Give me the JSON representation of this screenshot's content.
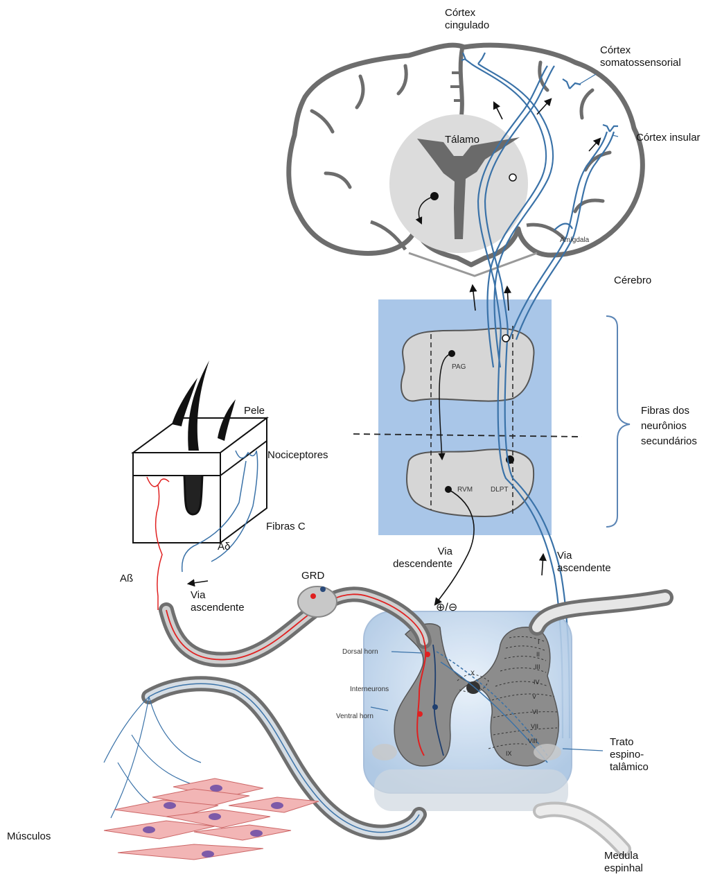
{
  "labels": {
    "cortex_cingulado": [
      "Córtex",
      "cingulado"
    ],
    "cortex_somato": [
      "Córtex",
      "somatossensorial"
    ],
    "cortex_insular": "Córtex insular",
    "talamo": "Tálamo",
    "amigdala": "Amígdala",
    "cerebro": "Cérebro",
    "fibras_secundarios": [
      "Fibras dos",
      "neurônios",
      "secundários"
    ],
    "pag": "PAG",
    "rvm": "RVM",
    "dlpt": "DLPT",
    "pele": "Pele",
    "nociceptores": "Nociceptores",
    "fibras_c": "Fibras C",
    "a_delta": "Aδ",
    "a_beta": "Aß",
    "via_ascendente_left": [
      "Via",
      "ascendente"
    ],
    "grd": "GRD",
    "via_descendente": [
      "Via",
      "descendente"
    ],
    "via_ascendente_right": [
      "Via",
      "ascendente"
    ],
    "plus_minus": "⊕/⊖",
    "dorsal_horn": "Dorsal horn",
    "interneurons": "Interneurons",
    "ventral_horn": "Ventral horn",
    "lamina_x": "X",
    "laminae": [
      "I",
      "II",
      "III",
      "IV",
      "V",
      "VI",
      "VII",
      "VIII",
      "IX"
    ],
    "trato": [
      "Trato",
      "espino-",
      "talâmico"
    ],
    "musculos": "Músculos",
    "medula": [
      "Medula",
      "espinhal"
    ]
  },
  "colors": {
    "pathway_blue": "#3a72a8",
    "afferent_red": "#e02020",
    "brainstem_panel": "#a9c6e8",
    "brain_outline": "#777777",
    "thalamus_gray": "#666666",
    "muscle_pink": "#f2b5b5",
    "nucleus_purple": "#7d5aa8"
  }
}
